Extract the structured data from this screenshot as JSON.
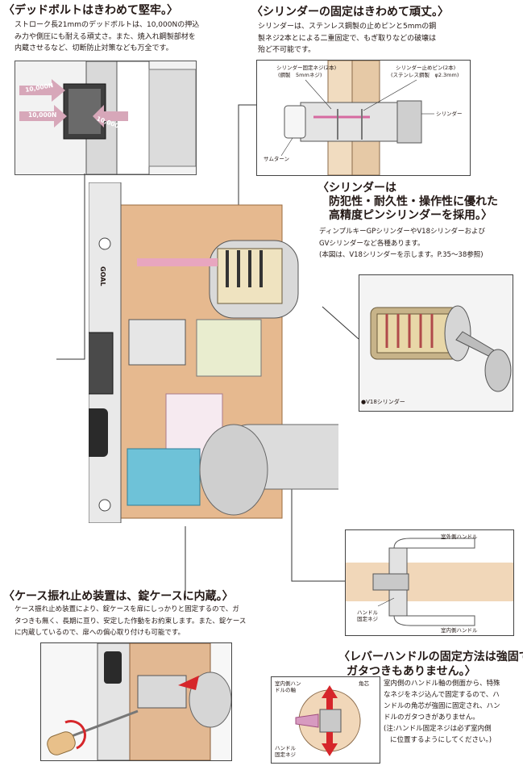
{
  "deadbolt": {
    "title": "〈デッドボルトはきわめて堅牢。〉",
    "lines": [
      "ストローク長21mmのデッドボルトは、10,000Nの押込",
      "み力や側圧にも耐える頑丈さ。また、焼入れ鋼製部材を",
      "内蔵させるなど、切断防止対策なども万全です。"
    ],
    "force_labels": [
      "10,000N",
      "10,000N",
      "10,000N"
    ]
  },
  "cylinder_fix": {
    "title": "〈シリンダーの固定はきわめて頑丈。〉",
    "lines": [
      "シリンダーは、ステンレス鋼製の止めピンと5mmの鋼",
      "製ネジ2本とによる二重固定で、もぎ取りなどの破壊は",
      "殆ど不可能です。"
    ],
    "label_screw": "シリンダー固定ネジ(2本)",
    "label_screw_sub": "(鋼製　5mmネジ)",
    "label_pin": "シリンダー止めピン(2本)",
    "label_pin_sub": "(ステンレス鋼製　φ2.3mm)",
    "label_cylinder": "シリンダー",
    "label_thumbturn": "サムターン"
  },
  "pin_cylinder": {
    "title_lines": [
      "〈シリンダーは",
      "防犯性・耐久性・操作性に優れた",
      "高精度ピンシリンダーを採用。〉"
    ],
    "lines": [
      "ディンプルキーGPシリンダーやV18シリンダーおよび",
      "GVシリンダーなど各種あります。",
      "(本図は、V18シリンダーを示します。P.35〜38参照)"
    ],
    "caption": "●V18シリンダー"
  },
  "lock_body": {
    "brand": "GOAL"
  },
  "case_anti_vibration": {
    "title": "〈ケース振れ止め装置は、錠ケースに内蔵。〉",
    "lines": [
      "ケース振れ止め装置により、錠ケースを扉にしっかりと固定するので、ガ",
      "タつきも無く、長期に亘り、安定した作動をお約束します。また、錠ケース",
      "に内蔵しているので、扉への偏心取り付けも可能です。"
    ]
  },
  "lever_handle": {
    "title_lines": [
      "〈レバーハンドルの固定方法は強固で、",
      "ガタつきもありません。〉"
    ],
    "lines": [
      "室内側のハンドル軸の側面から、特殊",
      "なネジをネジ込んで固定するので、ハ",
      "ンドルの角芯が強固に固定され、ハン",
      "ドルのガタつきがありません。",
      "(注:ハンドル固定ネジは必ず室内側",
      "に位置するようにしてください。)"
    ],
    "label_outdoor": "室外側ハンドル",
    "label_indoor": "室内側ハンドル",
    "label_screw": "ハンドル固定ネジ",
    "label_shaft": "室内側ハンドルの軸",
    "label_core": "角芯",
    "label_screw2": "ハンドル固定ネジ"
  }
}
